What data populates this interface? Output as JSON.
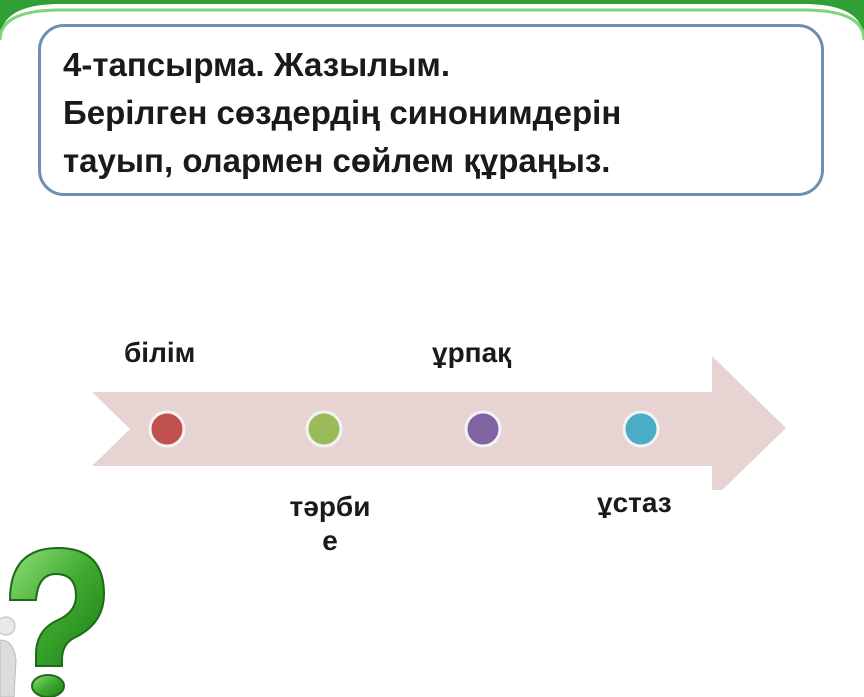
{
  "task": {
    "lines": [
      "4-тапсырма. Жазылым.",
      "Берілген сөздердің синонимдерін",
      "тауып, олармен сөйлем құраңыз."
    ]
  },
  "words": {
    "bilim": "білім",
    "urpaq": "ұрпақ",
    "tarbie_line1": "тәрби",
    "tarbie_line2": "е",
    "ustaz": "ұстаз"
  },
  "colors": {
    "band_green": "#2e9e35",
    "box_border": "#6f8fb0",
    "arrow_fill": "#e8d3d3",
    "dot_red": "#c0504d",
    "dot_green": "#9bbb59",
    "dot_purple": "#8064a2",
    "dot_blue": "#4bacc6",
    "qmark_green": "#3daa2e"
  },
  "icons": {
    "question_mark": "question-mark-icon"
  }
}
